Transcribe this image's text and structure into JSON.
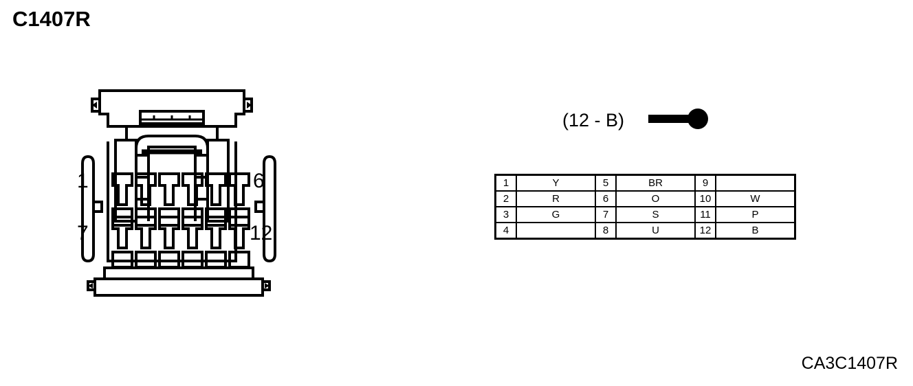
{
  "page": {
    "title": "C1407R",
    "drawing_code": "CA3C1407R",
    "background_color": "#FFFFFF",
    "line_color": "#000000"
  },
  "connector": {
    "name": "C1407R",
    "cavity_count": 12,
    "rows": 2,
    "columns": 6,
    "callouts": {
      "top_left": "1",
      "top_right": "6",
      "bottom_left": "7",
      "bottom_right": "12"
    }
  },
  "terminal_legend": {
    "label": "(12 - B)",
    "symbol": "terminal-pin-symbol"
  },
  "pin_table": {
    "columns": 6,
    "rows": [
      {
        "cells": [
          {
            "pin": "1",
            "value": "Y"
          },
          {
            "pin": "5",
            "value": "BR"
          },
          {
            "pin": "9",
            "value": ""
          }
        ]
      },
      {
        "cells": [
          {
            "pin": "2",
            "value": "R"
          },
          {
            "pin": "6",
            "value": "O"
          },
          {
            "pin": "10",
            "value": "W"
          }
        ]
      },
      {
        "cells": [
          {
            "pin": "3",
            "value": "G"
          },
          {
            "pin": "7",
            "value": "S"
          },
          {
            "pin": "11",
            "value": "P"
          }
        ]
      },
      {
        "cells": [
          {
            "pin": "4",
            "value": ""
          },
          {
            "pin": "8",
            "value": "U"
          },
          {
            "pin": "12",
            "value": "B"
          }
        ]
      }
    ]
  }
}
